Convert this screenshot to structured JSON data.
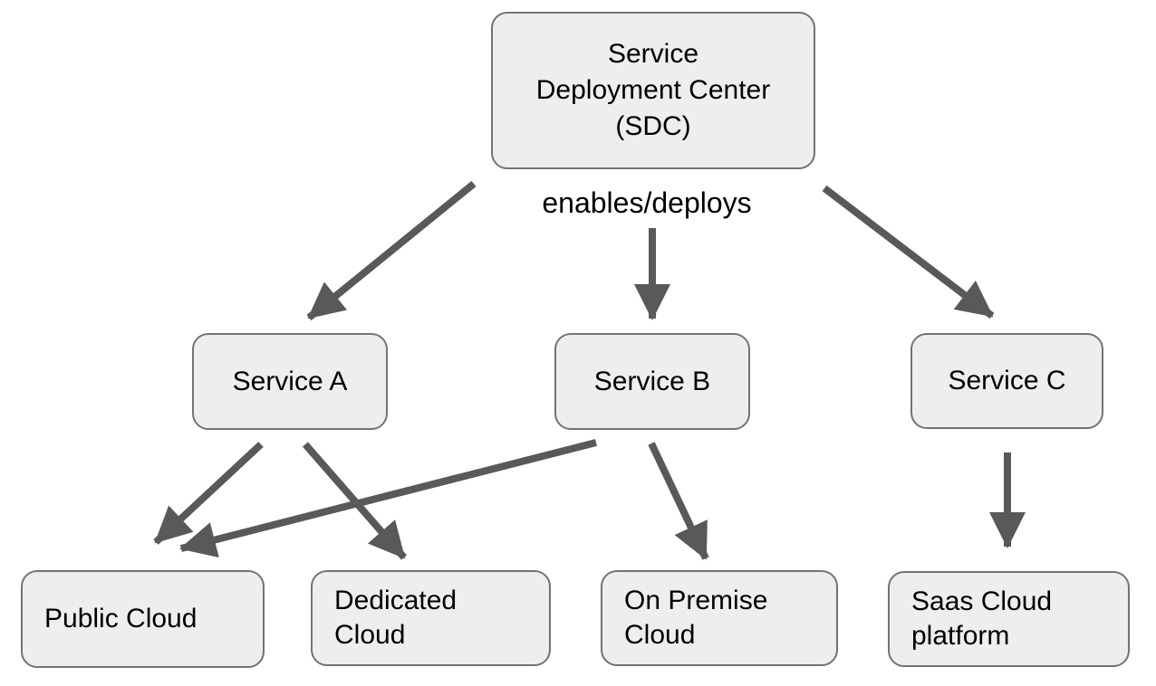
{
  "colors": {
    "background": "#ffffff",
    "node_fill": "#eeeeee",
    "node_border": "#737373",
    "arrow": "#595959",
    "text": "#000000"
  },
  "labels": {
    "enables_deploys": "enables/deploys"
  },
  "nodes": {
    "sdc": {
      "label": "Service Deployment Center (SDC)",
      "lines": [
        "Service",
        "Deployment Center",
        "(SDC)"
      ]
    },
    "service_a": {
      "label": "Service A",
      "lines": [
        "Service A"
      ]
    },
    "service_b": {
      "label": "Service B",
      "lines": [
        "Service B"
      ]
    },
    "service_c": {
      "label": "Service C",
      "lines": [
        "Service C"
      ]
    },
    "public_cloud": {
      "label": "Public Cloud",
      "lines": [
        "Public Cloud"
      ]
    },
    "dedicated_cloud": {
      "label": "Dedicated Cloud",
      "lines": [
        "Dedicated",
        "Cloud"
      ]
    },
    "on_premise_cloud": {
      "label": "On Premise Cloud",
      "lines": [
        "On Premise",
        "Cloud"
      ]
    },
    "saas_cloud_platform": {
      "label": "Saas Cloud platform",
      "lines": [
        "Saas Cloud",
        "platform"
      ]
    }
  },
  "edges": [
    {
      "from": "Service Deployment Center (SDC)",
      "to": "Service A",
      "label": "enables/deploys"
    },
    {
      "from": "Service Deployment Center (SDC)",
      "to": "Service B",
      "label": "enables/deploys"
    },
    {
      "from": "Service Deployment Center (SDC)",
      "to": "Service C",
      "label": "enables/deploys"
    },
    {
      "from": "Service A",
      "to": "Public Cloud"
    },
    {
      "from": "Service A",
      "to": "Dedicated Cloud"
    },
    {
      "from": "Service B",
      "to": "Public Cloud"
    },
    {
      "from": "Service B",
      "to": "On Premise Cloud"
    },
    {
      "from": "Service C",
      "to": "Saas Cloud platform"
    }
  ]
}
